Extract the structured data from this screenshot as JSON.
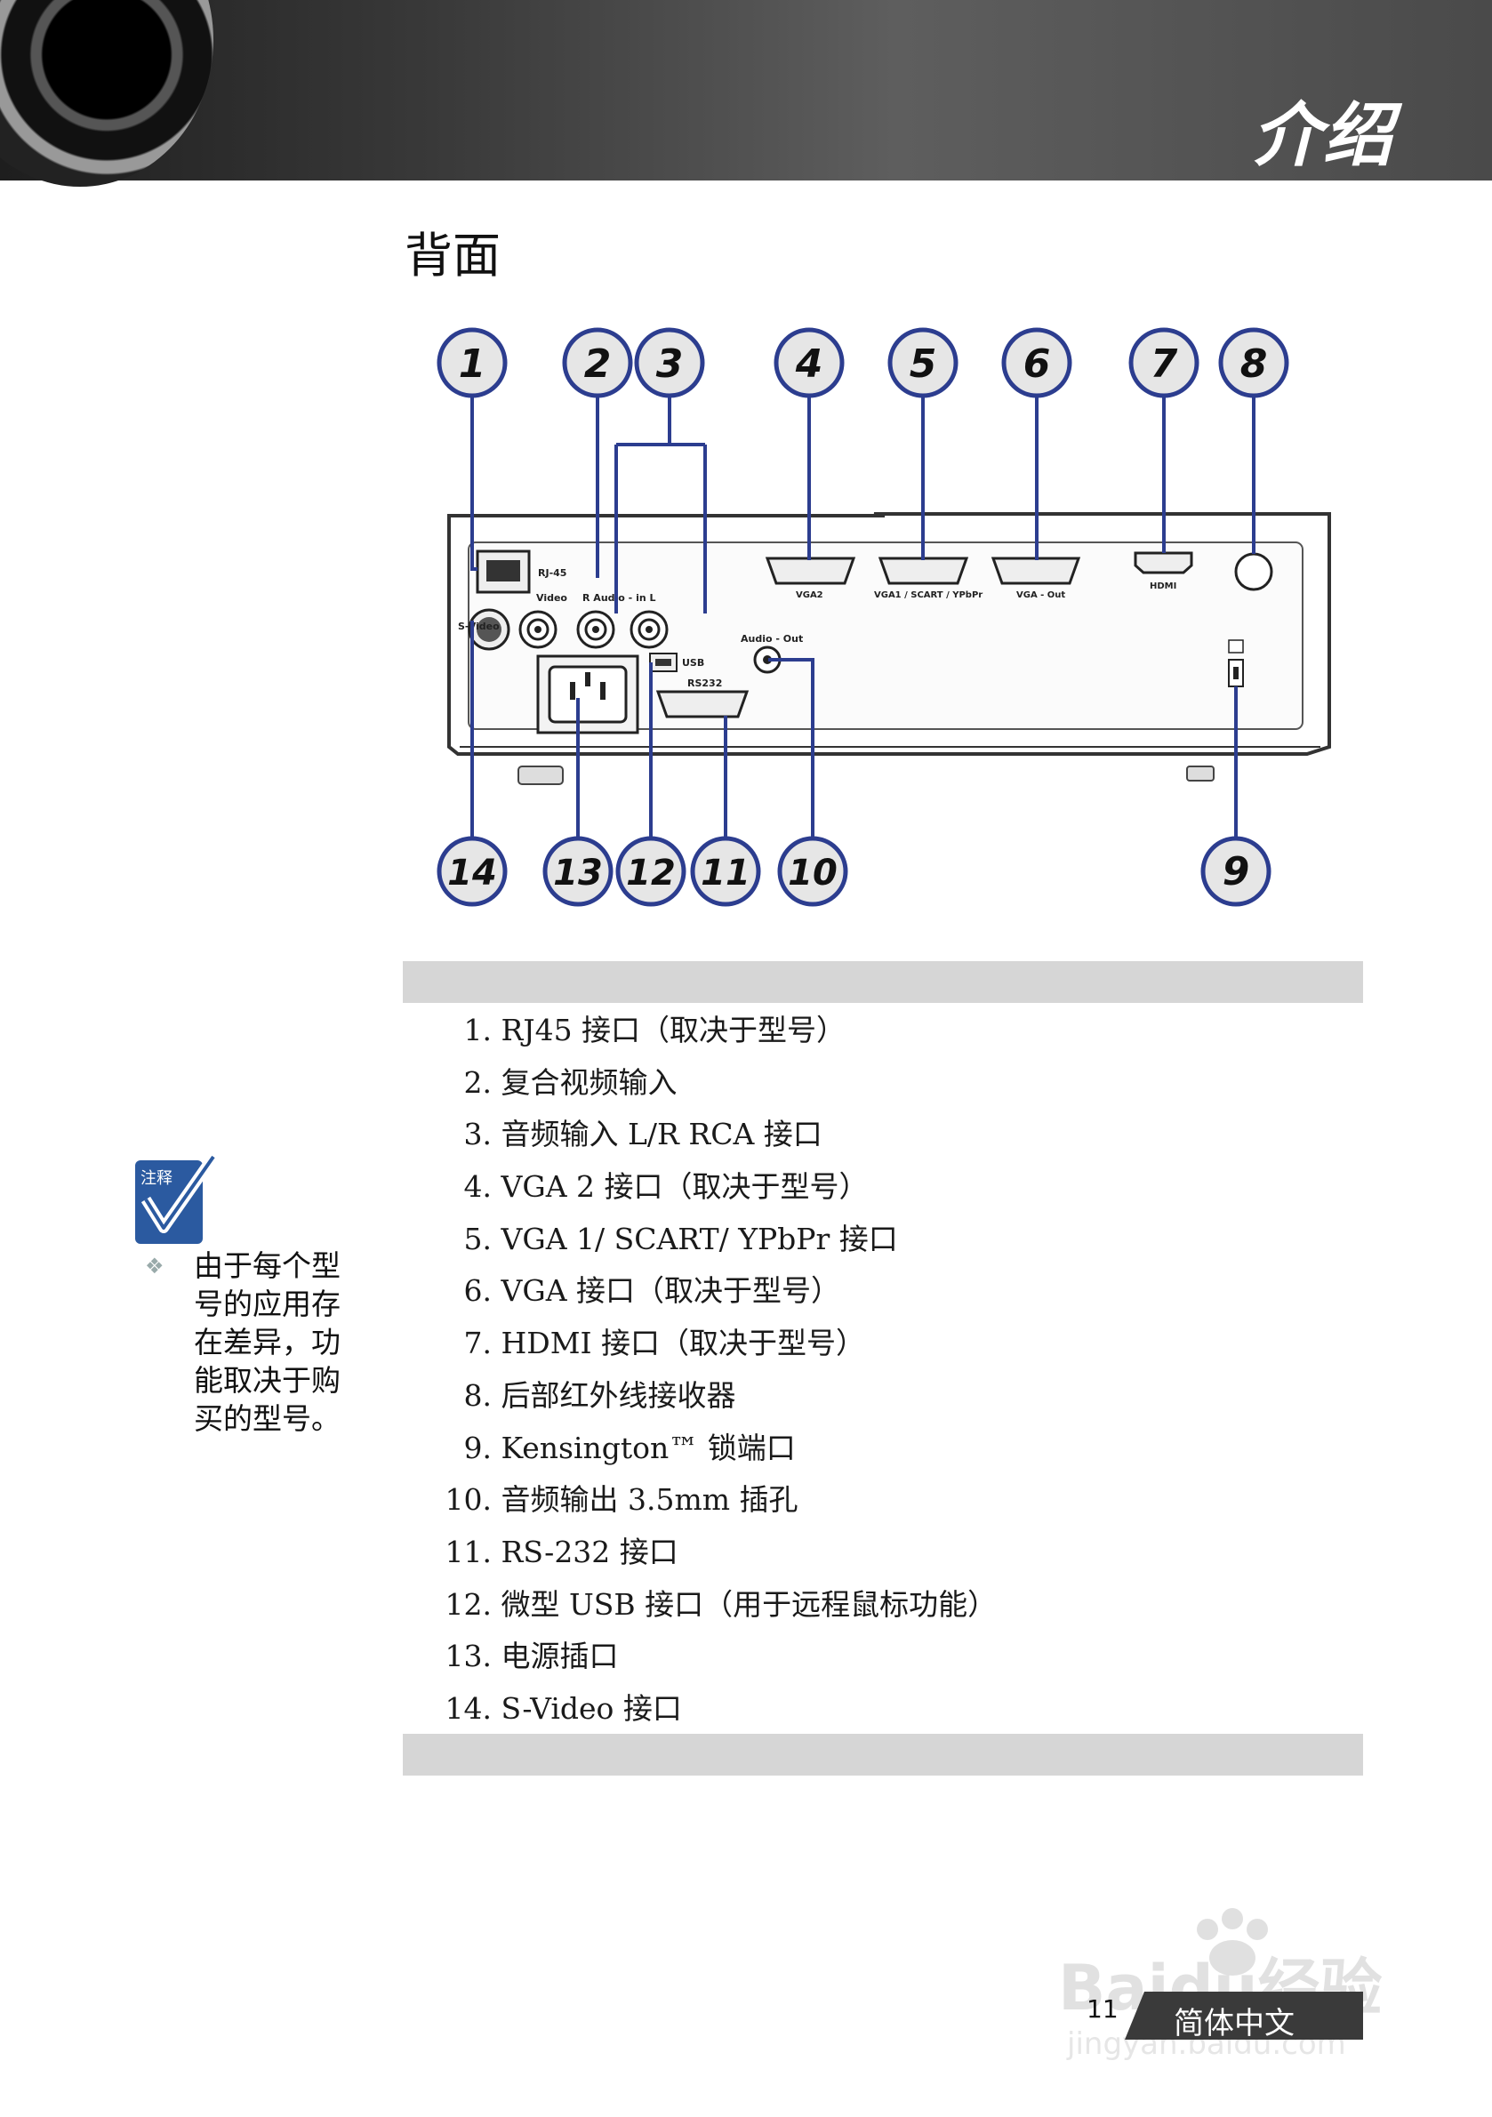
{
  "header": {
    "title": "介绍"
  },
  "section": {
    "title": "背面"
  },
  "diagram": {
    "callouts": [
      "1",
      "2",
      "3",
      "4",
      "5",
      "6",
      "7",
      "8",
      "9",
      "10",
      "11",
      "12",
      "13",
      "14"
    ],
    "port_labels": {
      "rj45": "RJ-45",
      "video": "Video",
      "audio_in": "R  Audio - in  L",
      "svideo": "S-Video",
      "usb": "USB",
      "audio_out": "Audio - Out",
      "rs232": "RS232",
      "vga2": "VGA2",
      "vga1": "VGA1 / SCART / YPbPr",
      "vga_out": "VGA - Out",
      "hdmi": "HDMI"
    }
  },
  "list": {
    "items": [
      {
        "num": "1.",
        "text": "RJ45 接口（取决于型号）"
      },
      {
        "num": "2.",
        "text": "复合视频输入"
      },
      {
        "num": "3.",
        "text": "音频输入 L/R RCA 接口"
      },
      {
        "num": "4.",
        "text": "VGA 2 接口（取决于型号）"
      },
      {
        "num": "5.",
        "text": "VGA 1/ SCART/ YPbPr 接口"
      },
      {
        "num": "6.",
        "text": "VGA 接口（取决于型号）"
      },
      {
        "num": "7.",
        "text": "HDMI 接口（取决于型号）"
      },
      {
        "num": "8.",
        "text": "后部红外线接收器"
      },
      {
        "num": "9.",
        "text": "Kensington™ 锁端口"
      },
      {
        "num": "10.",
        "text": "音频输出 3.5mm 插孔"
      },
      {
        "num": "11.",
        "text": "RS-232 接口"
      },
      {
        "num": "12.",
        "text": "微型 USB 接口（用于远程鼠标功能）"
      },
      {
        "num": "13.",
        "text": "电源插口"
      },
      {
        "num": "14.",
        "text": "S-Video 接口"
      }
    ]
  },
  "note": {
    "label": "注释",
    "lines": [
      "由于每个型",
      "号的应用存",
      "在差异，功",
      "能取决于购",
      "买的型号。"
    ]
  },
  "footer": {
    "page": "11",
    "language": "简体中文"
  },
  "watermark": {
    "brand": "Baidu经验",
    "url": "jingyan.baidu.com"
  },
  "colors": {
    "callout_fill": "#e6e6e6",
    "callout_border": "#2c3d8f",
    "leader": "#2c3d8f",
    "note_blue": "#2b5aa0",
    "bar_gray": "#d6d6d6"
  }
}
